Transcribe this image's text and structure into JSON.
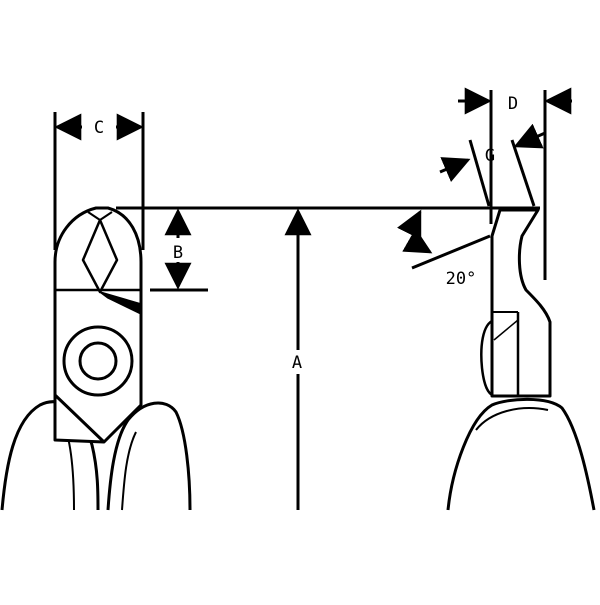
{
  "diagram": {
    "labels": {
      "a": "A",
      "b": "B",
      "c": "C",
      "d": "D",
      "g": "G",
      "angle": "20°"
    },
    "colors": {
      "stroke": "#000000",
      "fill": "#ffffff"
    }
  }
}
